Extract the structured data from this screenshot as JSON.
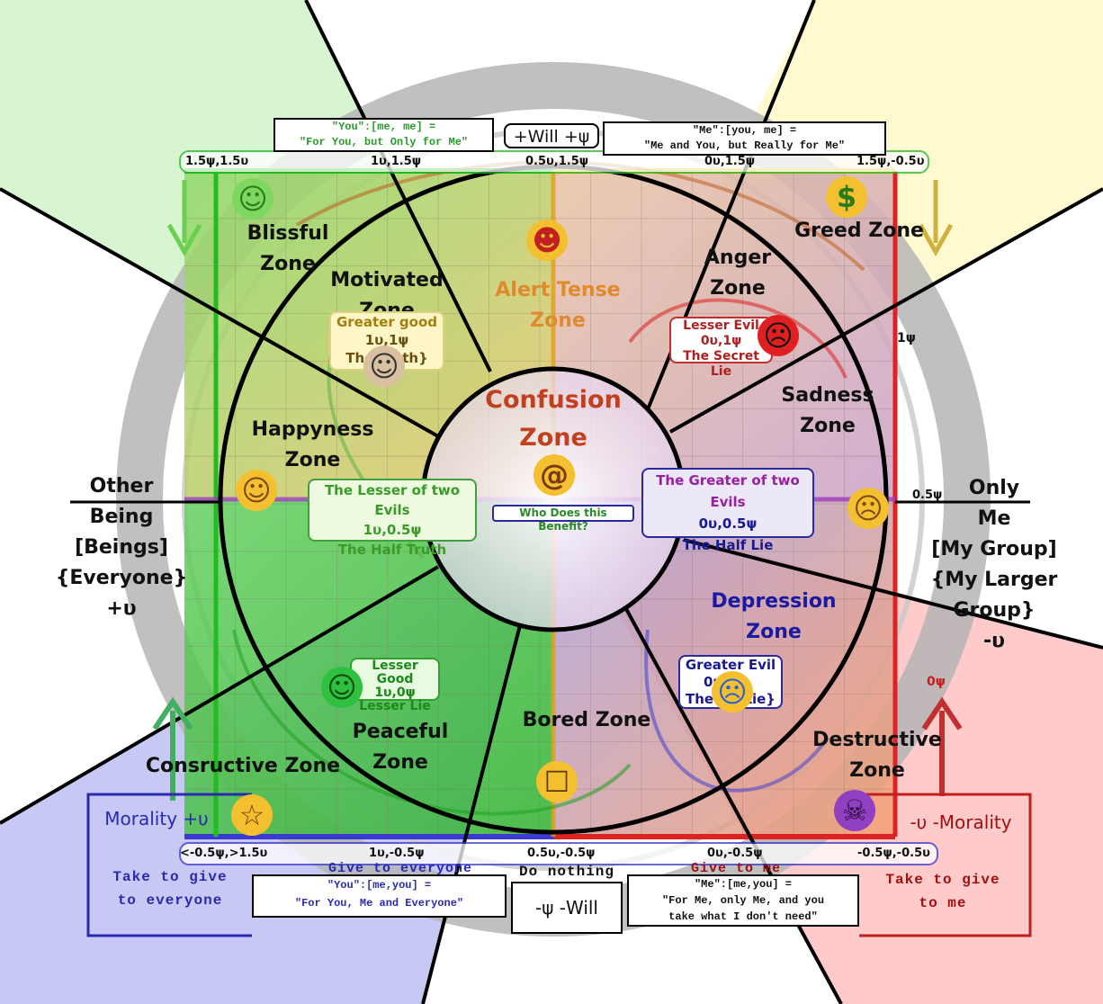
{
  "top_will": "+Will +ψ",
  "bottom_will": "-ψ -Will",
  "you_me_me": {
    "line1": "\"You\":[me, me] =",
    "line2": "\"For You, but Only for Me\""
  },
  "me_you_me": {
    "line1": "\"Me\":[you, me] =",
    "line2": "\"Me and You, but Really for Me\""
  },
  "you_me_you": {
    "line1": "\"You\":[me,you] =",
    "line2": "\"For You, Me and Everyone\""
  },
  "me_me_you": {
    "line1": "\"Me\":[me,you] =",
    "line2": "\"For Me, only Me, and you",
    "line3": "take what I don't need\""
  },
  "left_side": [
    "Other",
    "Being",
    "[Beings]",
    "{Everyone}",
    "+υ"
  ],
  "right_side": [
    "Only",
    "Me",
    "[My Group]",
    "{My Larger Group}",
    "-υ"
  ],
  "top_coords": [
    "1.5ψ,1.5υ",
    "1υ,1.5ψ",
    "0.5υ,1.5ψ",
    "0υ,1.5ψ",
    "1.5ψ,-0.5υ"
  ],
  "bottom_coords": [
    "<-0.5ψ,>1.5υ",
    "1υ,-0.5ψ",
    "0.5υ,-0.5ψ",
    "0υ,-0.5ψ",
    "-0.5ψ,-0.5υ"
  ],
  "right_marks": {
    "one_psi": "1ψ",
    "half_psi": "0.5ψ",
    "zero_psi": "0ψ"
  },
  "morality_left": "Morality +υ",
  "morality_right": "-υ -Morality",
  "bottom_actions": {
    "take_give_everyone": [
      "Take  to give",
      "to everyone"
    ],
    "give_everyone": "Give to everyone",
    "do_nothing": "Do nothing",
    "give_me": "Give to me",
    "take_give_me": [
      "Take to give",
      "to me"
    ]
  },
  "zones": {
    "blissful": "Blissful Zone",
    "greed": "Greed Zone",
    "motivated": [
      "Motivated",
      "Zone"
    ],
    "alert": [
      "Alert Tense",
      "Zone"
    ],
    "anger": [
      "Anger",
      "Zone"
    ],
    "confusion": [
      "Confusion",
      "Zone"
    ],
    "happyness": [
      "Happyness",
      "Zone"
    ],
    "sadness": [
      "Sadness",
      "Zone"
    ],
    "depression": [
      "Depression",
      "Zone"
    ],
    "peaceful": [
      "Peaceful",
      "Zone"
    ],
    "bored": "Bored Zone",
    "destructive": [
      "Destructive",
      "Zone"
    ],
    "constructive": "Consructive Zone"
  },
  "labels": {
    "greater_good": [
      "Greater good",
      "1υ,1ψ",
      "The Truth}"
    ],
    "lesser_evil": [
      "Lesser Evil",
      "0υ,1ψ",
      "The Secret Lie"
    ],
    "lesser_of_two": [
      "The Lesser of two Evils",
      "1υ,0.5ψ",
      "The Half Truth"
    ],
    "greater_of_two": [
      "The Greater of two Evils",
      "0υ,0.5ψ",
      "The Half Lie"
    ],
    "who_benefit": "Who Does this Benefit?",
    "lesser_good": [
      "Lesser Good",
      "1υ,0ψ",
      "Lesser Lie"
    ],
    "greater_evil": [
      "Greater Evil",
      "0υ",
      "The",
      "Lie}"
    ]
  },
  "emojis": {
    "blissful": "☺",
    "greed": "$",
    "tense": "☻",
    "anger": "☹",
    "motivated": "☺",
    "happy": "☺",
    "confused": "@",
    "sad": "☹",
    "depressed": "☹",
    "peaceful": "☺",
    "bored": "☐",
    "destructive": "☠",
    "constructive": "☆"
  },
  "colors": {
    "green_sector": "#d6f5d0",
    "yellow_sector": "#fffad0",
    "blue_sector": "#c8c8f5",
    "red_sector": "#ffcaca",
    "ring": "#b5b5b5"
  }
}
